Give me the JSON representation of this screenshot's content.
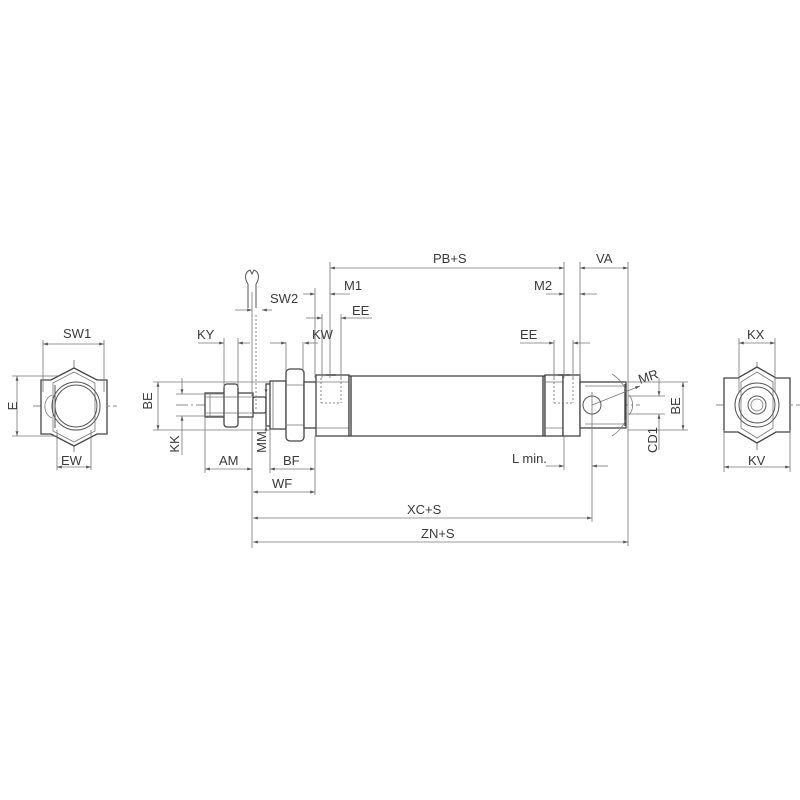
{
  "drawing": {
    "title": "Pneumatic cylinder dimensional drawing",
    "line_color": "#555555",
    "background": "#ffffff"
  },
  "front_view": {
    "labels": {
      "sw1": "SW1",
      "e": "E",
      "ew": "EW"
    }
  },
  "side_view": {
    "labels": {
      "pb_s": "PB+S",
      "va": "VA",
      "m1": "M1",
      "m2": "M2",
      "sw2": "SW2",
      "ee_left": "EE",
      "ee_right": "EE",
      "ky": "KY",
      "kw": "KW",
      "be_left": "BE",
      "kk": "KK",
      "mm": "MM",
      "am": "AM",
      "bf": "BF",
      "wf": "WF",
      "l_min": "L min.",
      "xc_s": "XC+S",
      "zn_s": "ZN+S",
      "mr": "MR",
      "be_right": "BE",
      "cd1": "CD1"
    }
  },
  "rear_view": {
    "labels": {
      "kx": "KX",
      "kv": "KV"
    }
  }
}
